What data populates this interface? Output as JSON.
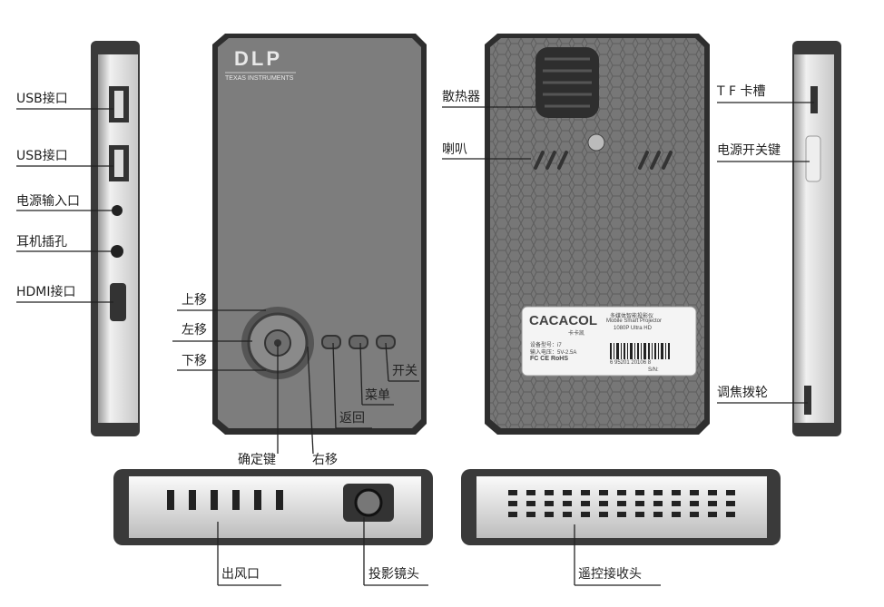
{
  "front_logo": {
    "brand": "DLP",
    "sub": "TEXAS INSTRUMENTS"
  },
  "back_label": {
    "brand": "CACACOL",
    "brand_cn": "卡卡凯",
    "product_cn": "多媒体智能投影仪",
    "product_en": "Mobile Smart Projector",
    "resolution": "1080P Ultra HD",
    "model": "设备型号：i7",
    "input": "输入电压：5V-2.5A",
    "certs": "FC CE RoHS",
    "barcode": "6 95201 20106 8",
    "sn": "S/N:"
  },
  "labels": {
    "left_side": [
      "USB接口",
      "USB接口",
      "电源输入口",
      "耳机插孔",
      "HDMI接口"
    ],
    "front": {
      "up": "上移",
      "left": "左移",
      "down": "下移",
      "power": "开关",
      "menu": "菜单",
      "back": "返回",
      "ok": "确定键",
      "right": "右移"
    },
    "back": {
      "heatsink": "散热器",
      "speaker": "喇叭"
    },
    "right_side": {
      "tf": "T F 卡槽",
      "power_switch": "电源开关键",
      "focus": "调焦拨轮"
    },
    "bottom": {
      "vent": "出风口",
      "lens": "投影镜头",
      "ir": "遥控接收头"
    }
  },
  "colors": {
    "body": "#7a7a7a",
    "edge": "#3a3a3a",
    "aluminum": "#d8d8d8",
    "line": "#222222"
  }
}
